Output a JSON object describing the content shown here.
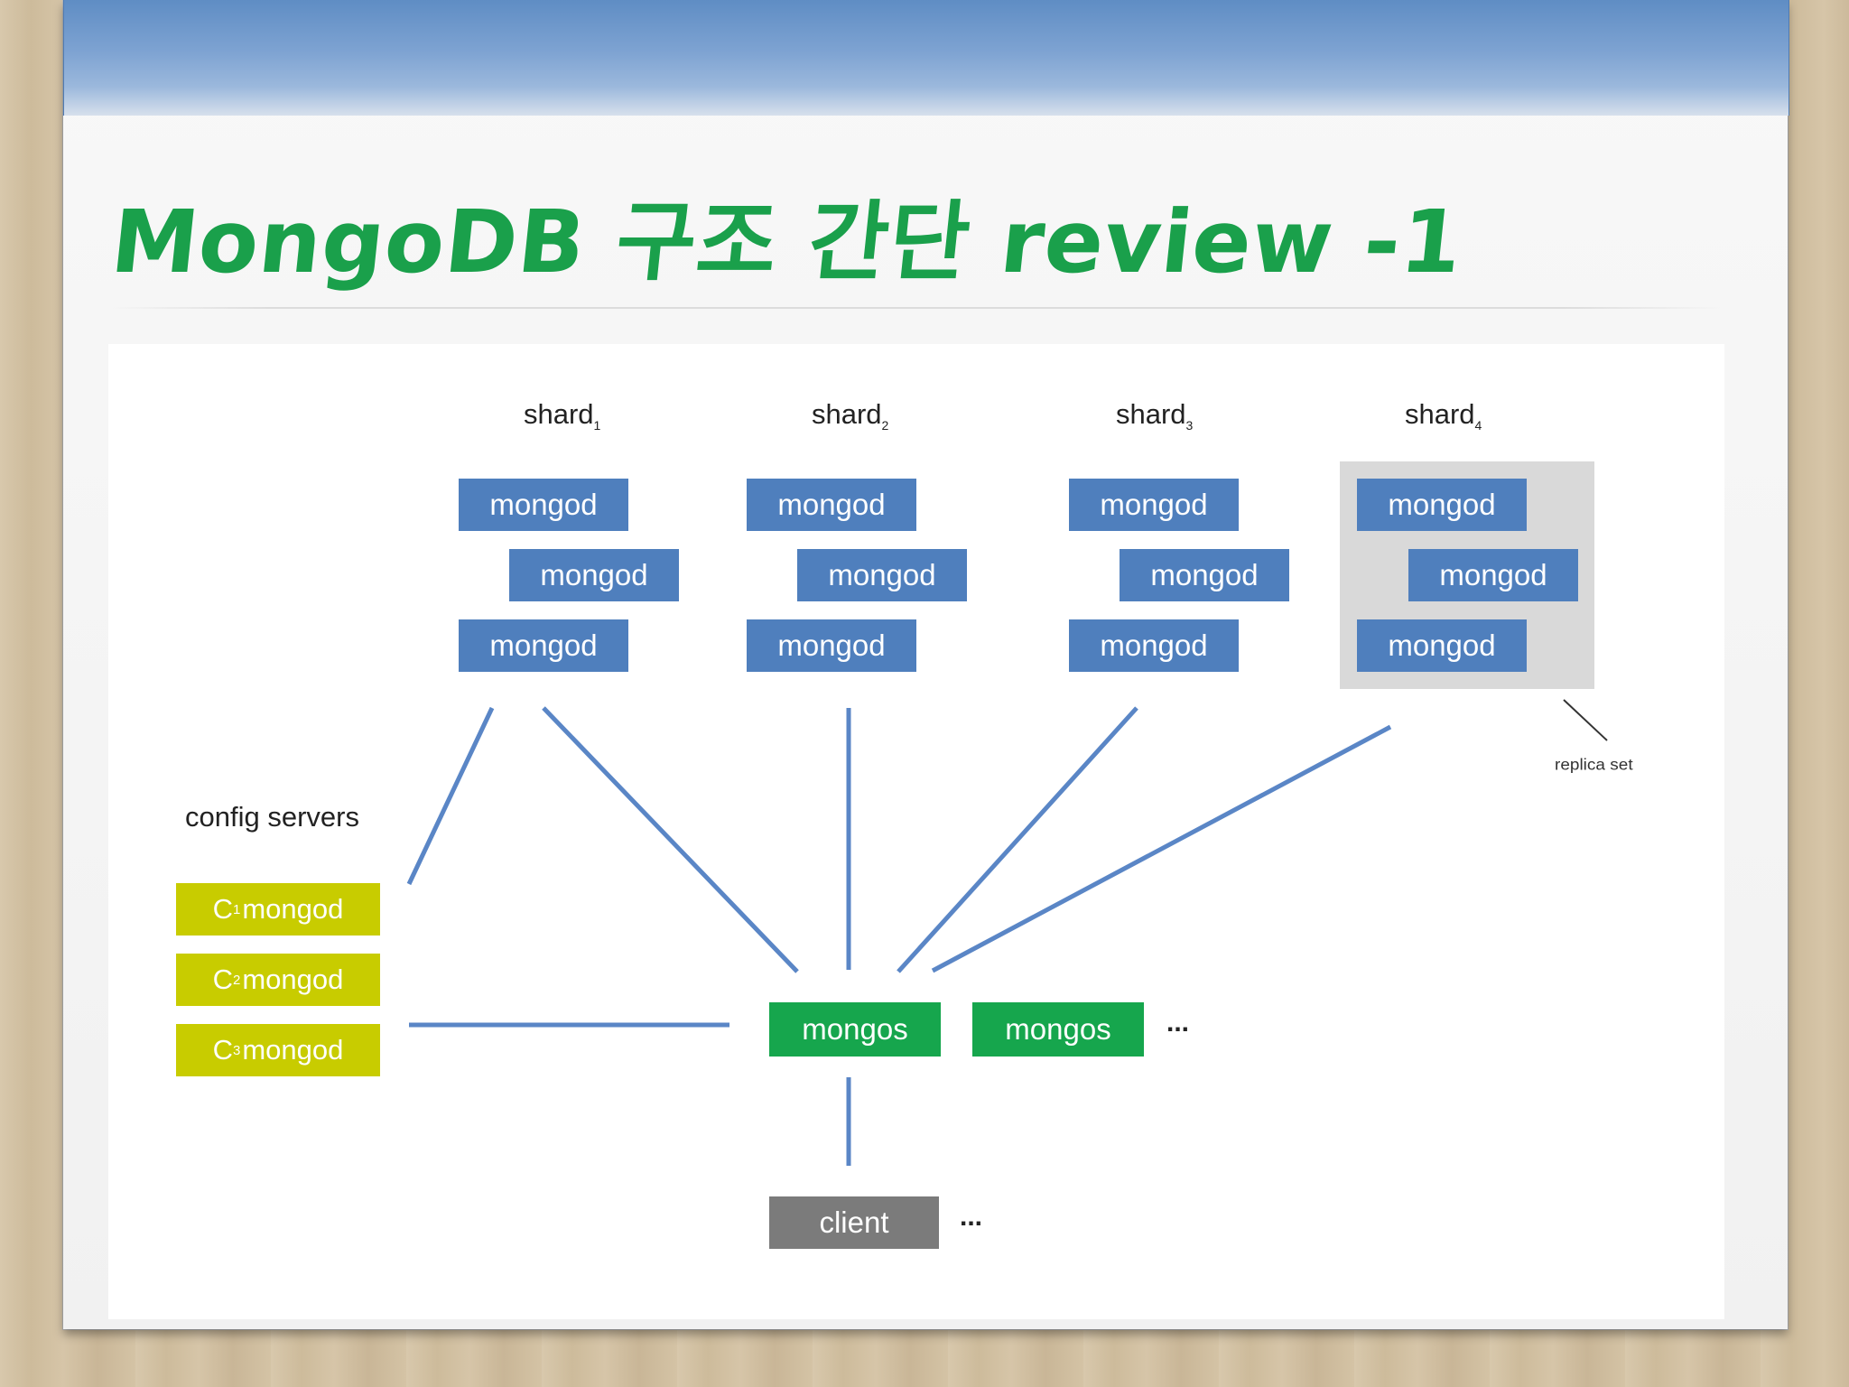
{
  "slide": {
    "title": "MongoDB 구조 간단 review -1"
  },
  "diagram": {
    "shards": [
      {
        "name": "shard",
        "index": "1",
        "mongod_labels": [
          "mongod",
          "mongod",
          "mongod"
        ]
      },
      {
        "name": "shard",
        "index": "2",
        "mongod_labels": [
          "mongod",
          "mongod",
          "mongod"
        ]
      },
      {
        "name": "shard",
        "index": "3",
        "mongod_labels": [
          "mongod",
          "mongod",
          "mongod"
        ]
      },
      {
        "name": "shard",
        "index": "4",
        "mongod_labels": [
          "mongod",
          "mongod",
          "mongod"
        ]
      }
    ],
    "replica_set_label": "replica set",
    "config_servers": {
      "label": "config servers",
      "items": [
        {
          "prefix": "C",
          "index": "1",
          "label": "mongod"
        },
        {
          "prefix": "C",
          "index": "2",
          "label": "mongod"
        },
        {
          "prefix": "C",
          "index": "3",
          "label": "mongod"
        }
      ]
    },
    "mongos": [
      "mongos",
      "mongos"
    ],
    "mongos_more": "...",
    "client": "client",
    "client_more": "...",
    "colors": {
      "mongod": "#4f7fbd",
      "mongos": "#16a64d",
      "config": "#c8cc00",
      "client": "#7b7b7b",
      "title": "#1aa04b",
      "connector": "#5a86c6"
    }
  }
}
